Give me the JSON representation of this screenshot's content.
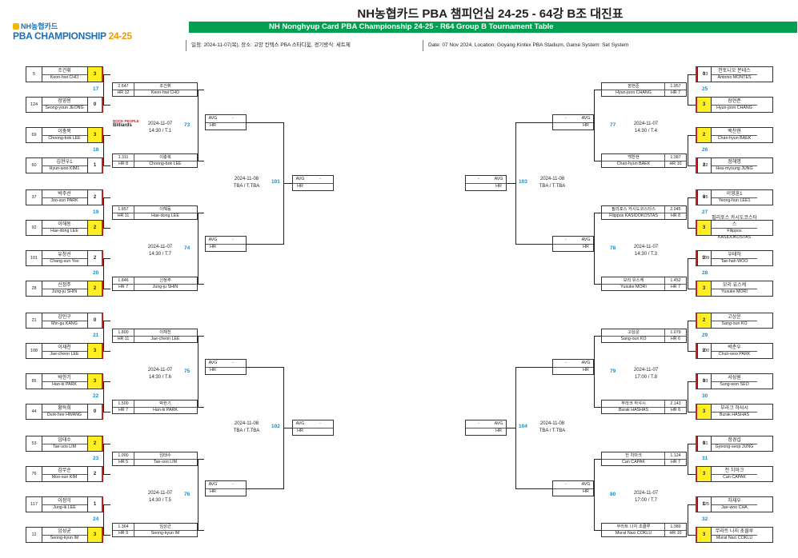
{
  "header": {
    "title_ko": "NH농협카드 PBA 챔피언십 24-25 - 64강 B조 대진표",
    "title_en": "NH Nonghyup Card PBA Championship 24-25 - R64 Group B Tournament Table",
    "info_ko": "일정: 2024-11-07(목), 장소: 고양 킨텍스 PBA 스타디움, 경기방식: 세트제",
    "info_en": "Date: 07 Nov 2024, Location: Goyang Kintex PBA Stadium, Game System: Set System",
    "logo_brand": "NH농협카드",
    "logo_champ": "PBA CHAMPIONSHIP",
    "logo_year": "24-25",
    "sponsor_top": "ROCK PEOPLE",
    "sponsor_bottom": "Billiards"
  },
  "labels": {
    "avg": "AVG",
    "hr": "HR",
    "dash": "-"
  },
  "left_players": [
    {
      "seed": "5",
      "ko": "조건휘",
      "en": "Keon-hwi CHO",
      "score": "3",
      "win": true
    },
    {
      "seed": "124",
      "ko": "정영용",
      "en": "Seong-youn JEONG",
      "score": "0",
      "win": false
    },
    {
      "seed": "69",
      "ko": "이충복",
      "en": "Choong-bok LEE",
      "score": "3",
      "win": true
    },
    {
      "seed": "60",
      "ko": "김현우1",
      "en": "Hyun-woo KIM1",
      "score": "1",
      "win": false
    },
    {
      "seed": "37",
      "ko": "박주선",
      "en": "Joo-sun PARK",
      "score": "2",
      "win": false
    },
    {
      "seed": "92",
      "ko": "이해동",
      "en": "Hae-dong LEE",
      "score": "2",
      "win": true
    },
    {
      "seed": "101",
      "ko": "유창선",
      "en": "Chang-sun Yoo",
      "score": "2",
      "win": false
    },
    {
      "seed": "28",
      "ko": "신정주",
      "en": "Jung-ju SHIN",
      "score": "2",
      "win": true
    },
    {
      "seed": "21",
      "ko": "강민구",
      "en": "Min-gu KANG",
      "score": "0",
      "win": false
    },
    {
      "seed": "108",
      "ko": "이재천",
      "en": "Jae-cheon LEE",
      "score": "3",
      "win": true
    },
    {
      "seed": "85",
      "ko": "박한기",
      "en": "Han-ki PARK",
      "score": "3",
      "win": true
    },
    {
      "seed": "44",
      "ko": "황득희",
      "en": "Durk-hee HWANG",
      "score": "0",
      "win": false
    },
    {
      "seed": "53",
      "ko": "임태수",
      "en": "Tae-soo LIM",
      "score": "2",
      "win": true
    },
    {
      "seed": "76",
      "ko": "김무순",
      "en": "Moo-sun KIM",
      "score": "2",
      "win": false
    },
    {
      "seed": "117",
      "ko": "이정익",
      "en": "Jung-ik LEE",
      "score": "1",
      "win": false
    },
    {
      "seed": "12",
      "ko": "임성균",
      "en": "Seong-kyun IM",
      "score": "3",
      "win": true
    }
  ],
  "right_players": [
    {
      "seed": "13",
      "ko": "안토니오 몬테스",
      "en": "Antonio MONTES",
      "score": "0",
      "win": false
    },
    {
      "seed": "116",
      "ko": "장현준",
      "en": "Hyun-joon CHANG",
      "score": "3",
      "win": true
    },
    {
      "seed": "77",
      "ko": "백찬현",
      "en": "Chan-hyun BAEK",
      "score": "2",
      "win": true
    },
    {
      "seed": "52",
      "ko": "정해명",
      "en": "Hea-myoung JUNG",
      "score": "2",
      "win": false
    },
    {
      "seed": "45",
      "ko": "이영훈1",
      "en": "Yeong-hun LEE1",
      "score": "0",
      "win": false
    },
    {
      "seed": "84",
      "ko": "필리포스 카시도코스타스",
      "en": "Filippos KASIDOKOSTAS",
      "score": "3",
      "win": true
    },
    {
      "seed": "109",
      "ko": "우태하",
      "en": "Tae-hah WOO",
      "score": "0",
      "win": false
    },
    {
      "seed": "20",
      "ko": "모리 유스케",
      "en": "Yusuke MORI",
      "score": "3",
      "win": true
    },
    {
      "seed": "29",
      "ko": "고상운",
      "en": "Sang-oun KO",
      "score": "2",
      "win": true
    },
    {
      "seed": "100",
      "ko": "박춘우",
      "en": "Chun-woo PARK",
      "score": "2",
      "win": false
    },
    {
      "seed": "93",
      "ko": "서성원",
      "en": "Sung-won SEO",
      "score": "0",
      "win": false
    },
    {
      "seed": "36",
      "ko": "부라크 하샤시",
      "en": "Burak HASHAS",
      "score": "3",
      "win": true
    },
    {
      "seed": "61",
      "ko": "정경섭",
      "en": "Gyeong-seop JUNG",
      "score": "0",
      "win": false
    },
    {
      "seed": "68",
      "ko": "전 치마크",
      "en": "Can CAPAK",
      "score": "3",
      "win": true
    },
    {
      "seed": "125",
      "ko": "차재우",
      "en": "Jae-woo CHA",
      "score": "1",
      "win": false
    },
    {
      "seed": "4",
      "ko": "무라트 나지 초클루",
      "en": "Murat Naci COKLU",
      "score": "3",
      "win": true
    }
  ],
  "left_r1": [
    "17",
    "18",
    "19",
    "20",
    "21",
    "22",
    "23",
    "24"
  ],
  "right_r1": [
    "25",
    "26",
    "27",
    "28",
    "29",
    "30",
    "31",
    "32"
  ],
  "left_winners": [
    {
      "avg": "2.647",
      "hr": "HR 12",
      "ko": "조건휘",
      "en": "Keon-hwi CHO"
    },
    {
      "avg": "1.311",
      "hr": "HR 8",
      "ko": "이충복",
      "en": "Choong-bok LEE"
    },
    {
      "avg": "1.857",
      "hr": "HR 11",
      "ko": "이해동",
      "en": "Hae-dong LEE"
    },
    {
      "avg": "1.846",
      "hr": "HR 7",
      "ko": "신정주",
      "en": "Jung-ju SHIN"
    },
    {
      "avg": "1.800",
      "hr": "HR 11",
      "ko": "이재천",
      "en": "Jae-cheon LEE"
    },
    {
      "avg": "1.500",
      "hr": "HR 7",
      "ko": "박한기",
      "en": "Han-ki PARK"
    },
    {
      "avg": "1.000",
      "hr": "HR 5",
      "ko": "임태수",
      "en": "Tae-soo LIM"
    },
    {
      "avg": "1.364",
      "hr": "HR 9",
      "ko": "임성균",
      "en": "Seong-kyun IM"
    }
  ],
  "right_winners": [
    {
      "avg": "1.957",
      "hr": "HR 7",
      "ko": "장현준",
      "en": "Hyun-joon CHANG"
    },
    {
      "avg": "1.387",
      "hr": "HR 10",
      "ko": "백찬현",
      "en": "Chan-hyun BAEK"
    },
    {
      "avg": "2.045",
      "hr": "HR 8",
      "ko": "필리포스 카시도코스타스",
      "en": "Filippos KASIDOKOSTAS"
    },
    {
      "avg": "1.452",
      "hr": "HR 7",
      "ko": "모리 유스케",
      "en": "Yusuke MORI"
    },
    {
      "avg": "1.079",
      "hr": "HR 6",
      "ko": "고상운",
      "en": "Sang-oun KO"
    },
    {
      "avg": "2.143",
      "hr": "HR 8",
      "ko": "부라크 하샤시",
      "en": "Burak HASHAS"
    },
    {
      "avg": "1.124",
      "hr": "HR 7",
      "ko": "전 치마크",
      "en": "Can CAPAK"
    },
    {
      "avg": "1.389",
      "hr": "HR 10",
      "ko": "무라트 나지 초클루",
      "en": "Murat Naci COKLU"
    }
  ],
  "left_r2": [
    {
      "num": "73",
      "date": "2024-11-07",
      "time": "14:30 / T.1"
    },
    {
      "num": "74",
      "date": "2024-11-07",
      "time": "14:30 / T.7"
    },
    {
      "num": "75",
      "date": "2024-11-07",
      "time": "14:30 / T.6"
    },
    {
      "num": "76",
      "date": "2024-11-07",
      "time": "14:30 / T.5"
    }
  ],
  "right_r2": [
    {
      "num": "77",
      "date": "2024-11-07",
      "time": "14:30 / T.4"
    },
    {
      "num": "78",
      "date": "2024-11-07",
      "time": "14:30 / T.3"
    },
    {
      "num": "79",
      "date": "2024-11-07",
      "time": "17:00 / T.8"
    },
    {
      "num": "80",
      "date": "2024-11-07",
      "time": "17:00 / T.7"
    }
  ],
  "left_r3": [
    {
      "num": "101",
      "date": "2024-11-08",
      "time": "TBA / T.TBA"
    },
    {
      "num": "102",
      "date": "2024-11-08",
      "time": "TBA / T.TBA"
    }
  ],
  "right_r3": [
    {
      "num": "103",
      "date": "2024-11-08",
      "time": "TBA / T.TBA"
    },
    {
      "num": "104",
      "date": "2024-11-08",
      "time": "TBA / T.TBA"
    }
  ]
}
